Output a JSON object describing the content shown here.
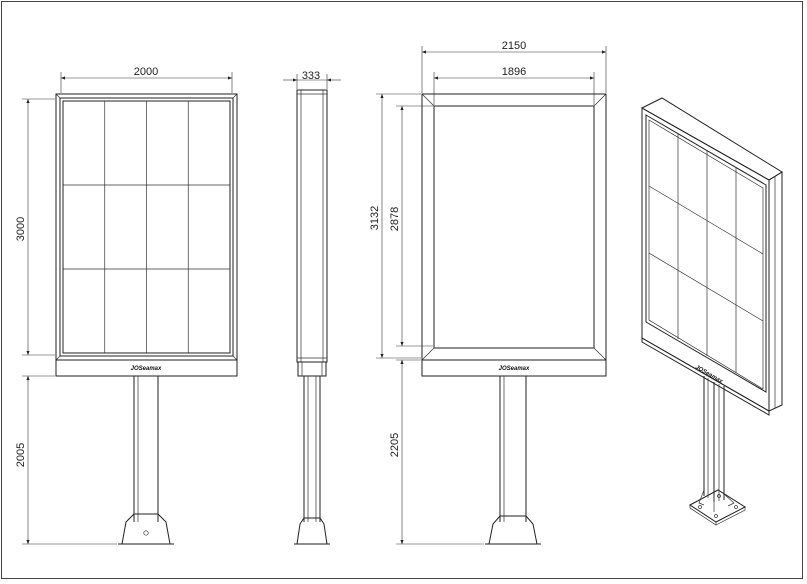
{
  "views": {
    "front_grid": {
      "width_label": "2000",
      "height_label": "3000",
      "pole_label": "2005",
      "brand": "JOSeamax"
    },
    "side": {
      "depth_label": "333"
    },
    "front_back": {
      "outer_width_label": "2150",
      "inner_width_label": "1896",
      "outer_height_label": "3132",
      "inner_height_label": "2878",
      "pole_label": "2205",
      "brand": "JOSeamax"
    },
    "isometric": {
      "brand": "JOSeamax"
    }
  },
  "colors": {
    "line": "#222222",
    "background": "#ffffff"
  }
}
